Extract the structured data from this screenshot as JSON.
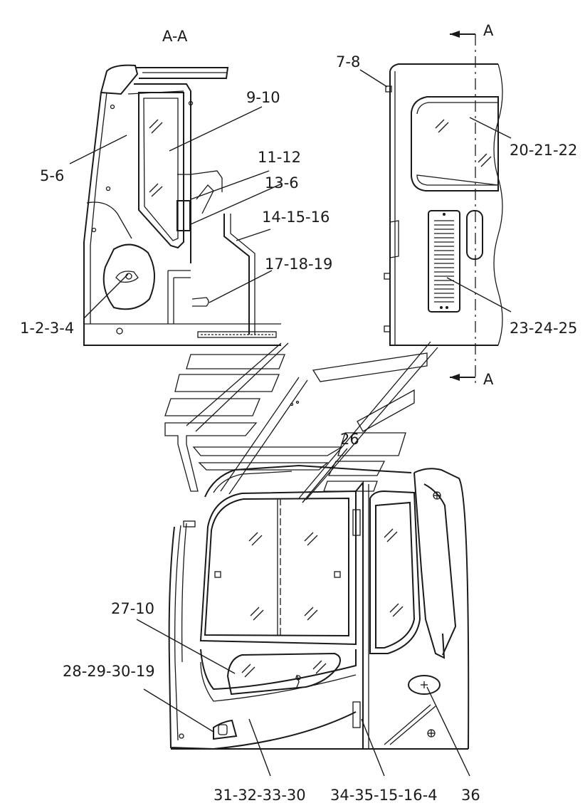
{
  "section_title": "A-A",
  "section_marks": [
    "A",
    "A"
  ],
  "callouts": [
    {
      "id": "5-6",
      "text": "5-6"
    },
    {
      "id": "9-10",
      "text": "9-10"
    },
    {
      "id": "11-12",
      "text": "11-12"
    },
    {
      "id": "13-6",
      "text": "13-6"
    },
    {
      "id": "14-15-16",
      "text": "14-15-16"
    },
    {
      "id": "17-18-19",
      "text": "17-18-19"
    },
    {
      "id": "1-2-3-4",
      "text": "1-2-3-4"
    },
    {
      "id": "7-8",
      "text": "7-8"
    },
    {
      "id": "20-21-22",
      "text": "20-21-22"
    },
    {
      "id": "23-24-25",
      "text": "23-24-25"
    },
    {
      "id": "26",
      "text": "26"
    },
    {
      "id": "27-10",
      "text": "27-10"
    },
    {
      "id": "28-29-30-19",
      "text": "28-29-30-19"
    },
    {
      "id": "31-32-33-30",
      "text": "31-32-33-30"
    },
    {
      "id": "34-35-15-16-4",
      "text": "34-35-15-16-4"
    },
    {
      "id": "36",
      "text": "36"
    }
  ]
}
